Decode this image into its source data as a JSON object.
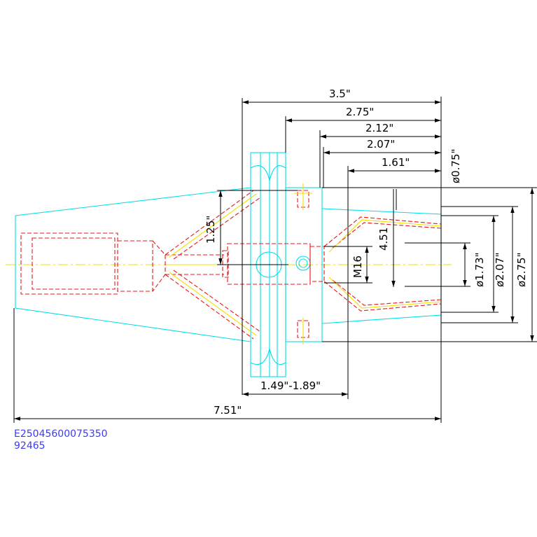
{
  "dimensions": {
    "overall_length": "7.51\"",
    "flange_to_gage": "3.5\"",
    "body_2_75": "2.75\"",
    "body_2_12": "2.12\"",
    "body_2_07": "2.07\"",
    "body_1_61": "1.61\"",
    "dia_0_75": "ø0.75\"",
    "dia_1_73": "ø1.73\"",
    "dia_2_07": "ø2.07\"",
    "dia_2_75": "ø2.75\"",
    "offset_1_25": "1.25\"",
    "taper_4_51": "4.51",
    "thread_m16": "M16",
    "stop_range": "1.49\"-1.89\""
  },
  "part_code": "E25045600075350",
  "part_number": "92465",
  "colors": {
    "outline": "#00e0e8",
    "hidden": "#e81818",
    "centerline": "#f0e000",
    "dimension": "#000000",
    "code_text": "#3c3cf0"
  }
}
